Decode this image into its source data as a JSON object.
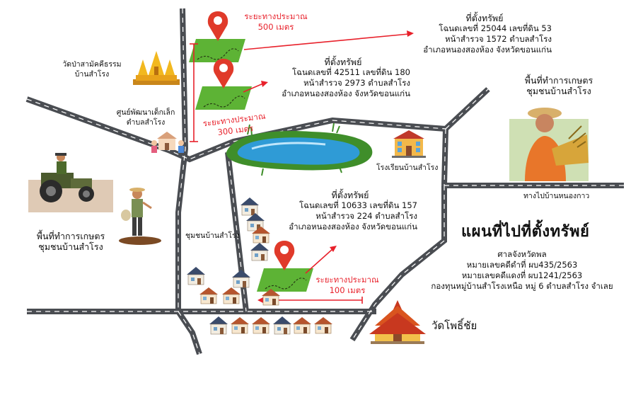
{
  "title": "แผนที่ไปที่ตั้งทรัพย์",
  "court": {
    "line1": "ศาลจังหวัดพล",
    "line2": "หมายเลขคดีดำที่ ผบ435/2563",
    "line3": "หมายเลขคดีแดงที่ ผบ1241/2563",
    "line4": "กองทุนหมู่บ้านสำโรงเหนือ หมู่ 6 ตำบลสำโรง จำเลย"
  },
  "property_a": {
    "heading": "ที่ตั้งทรัพย์",
    "line1": "โฉนดเลขที่ 25044 เลขที่ดิน 53",
    "line2": "หน้าสำรวจ 1572 ตำบลสำโรง",
    "line3": "อำเภอหนองสองห้อง จังหวัดขอนแก่น",
    "distance_line1": "ระยะทางประมาณ",
    "distance_line2": "500 เมตร"
  },
  "property_b": {
    "heading": "ที่ตั้งทรัพย์",
    "line1": "โฉนดเลขที่ 42511 เลขที่ดิน 180",
    "line2": "หน้าสำรวจ 2973 ตำบลสำโรง",
    "line3": "อำเภอหนองสองห้อง จังหวัดขอนแก่น",
    "distance_line1": "ระยะทางประมาณ",
    "distance_line2": "300 เมตร"
  },
  "property_c": {
    "heading": "ที่ตั้งทรัพย์",
    "line1": "โฉนดเลขที่ 10633 เลขที่ดิน 157",
    "line2": "หน้าสำรวจ 224 ตำบลสำโรง",
    "line3": "อำเภอหนองสองห้อง จังหวัดขอนแก่น",
    "distance_line1": "ระยะทางประมาณ",
    "distance_line2": "100 เมตร"
  },
  "places": {
    "temple_top_line1": "วัดป่าสามัคคีธรรม",
    "temple_top_line2": "บ้านสำโรง",
    "childcare_line1": "ศูนย์พัฒนาเด็กเล็ก",
    "childcare_line2": "ตำบลสำโรง",
    "school": "โรงเรียนบ้านสำโรง",
    "road_east": "ทางไปบ้านหนองกาว",
    "community": "ชุมชนบ้านสำโรง",
    "farm_left_line1": "พื้นที่ทำการเกษตร",
    "farm_left_line2": "ชุมชนบ้านสำโรง",
    "farm_right_line1": "พื้นที่ทำการเกษตร",
    "farm_right_line2": "ชุมชนบ้านสำโรง",
    "wat_pho": "วัดโพธิ์ชัย"
  },
  "colors": {
    "road": "#4a4d52",
    "dash": "#ffffff",
    "accent_red": "#e8212b",
    "pin": "#e03a2a",
    "land": "#5db335",
    "pond": "#2f9bd6",
    "gold": "#e8a21a"
  },
  "icons": [
    "location-pin-icon",
    "temple-icon",
    "school-icon",
    "house-icon",
    "tractor-icon",
    "farmer-icon",
    "pond-icon"
  ]
}
